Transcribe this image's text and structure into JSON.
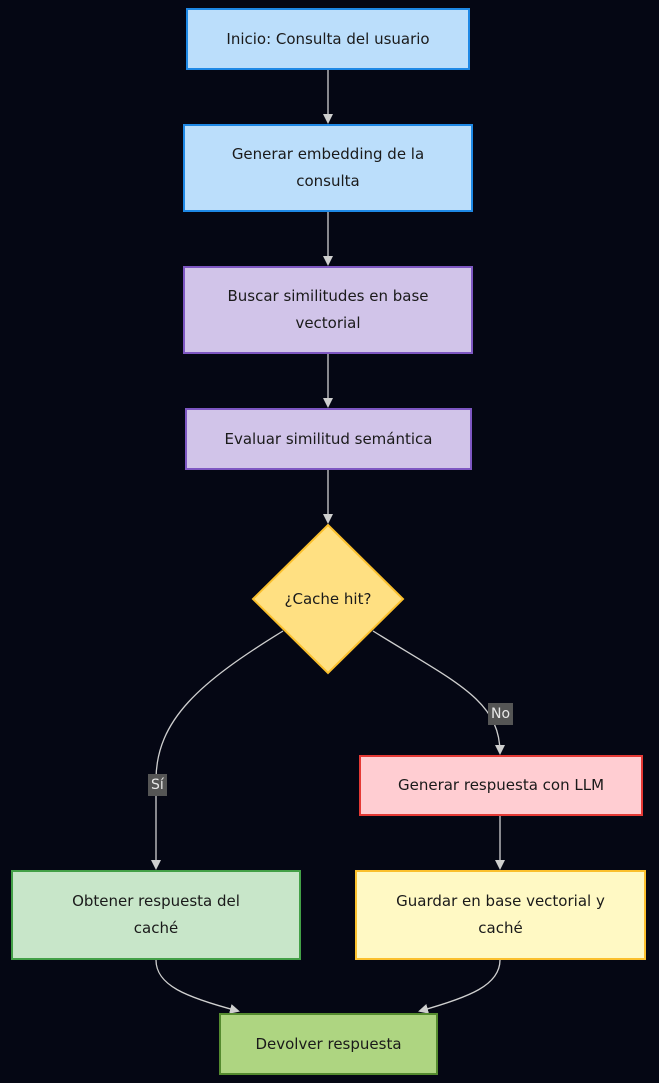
{
  "nodes": {
    "inicio": "Inicio: Consulta del usuario",
    "embedding": "Generar embedding de la consulta",
    "buscar": "Buscar similitudes en base vectorial",
    "evaluar": "Evaluar similitud semántica",
    "cache_hit": "¿Cache hit?",
    "generar_llm": "Generar respuesta con LLM",
    "obtener_cache": "Obtener respuesta del caché",
    "guardar": "Guardar en base vectorial y caché",
    "devolver": "Devolver respuesta"
  },
  "edges": {
    "si": "Sí",
    "no": "No"
  },
  "colors": {
    "background": "#050714",
    "edge": "#cfcfcf",
    "decision_fill": "#ffe082",
    "decision_stroke": "#fbc02d"
  }
}
